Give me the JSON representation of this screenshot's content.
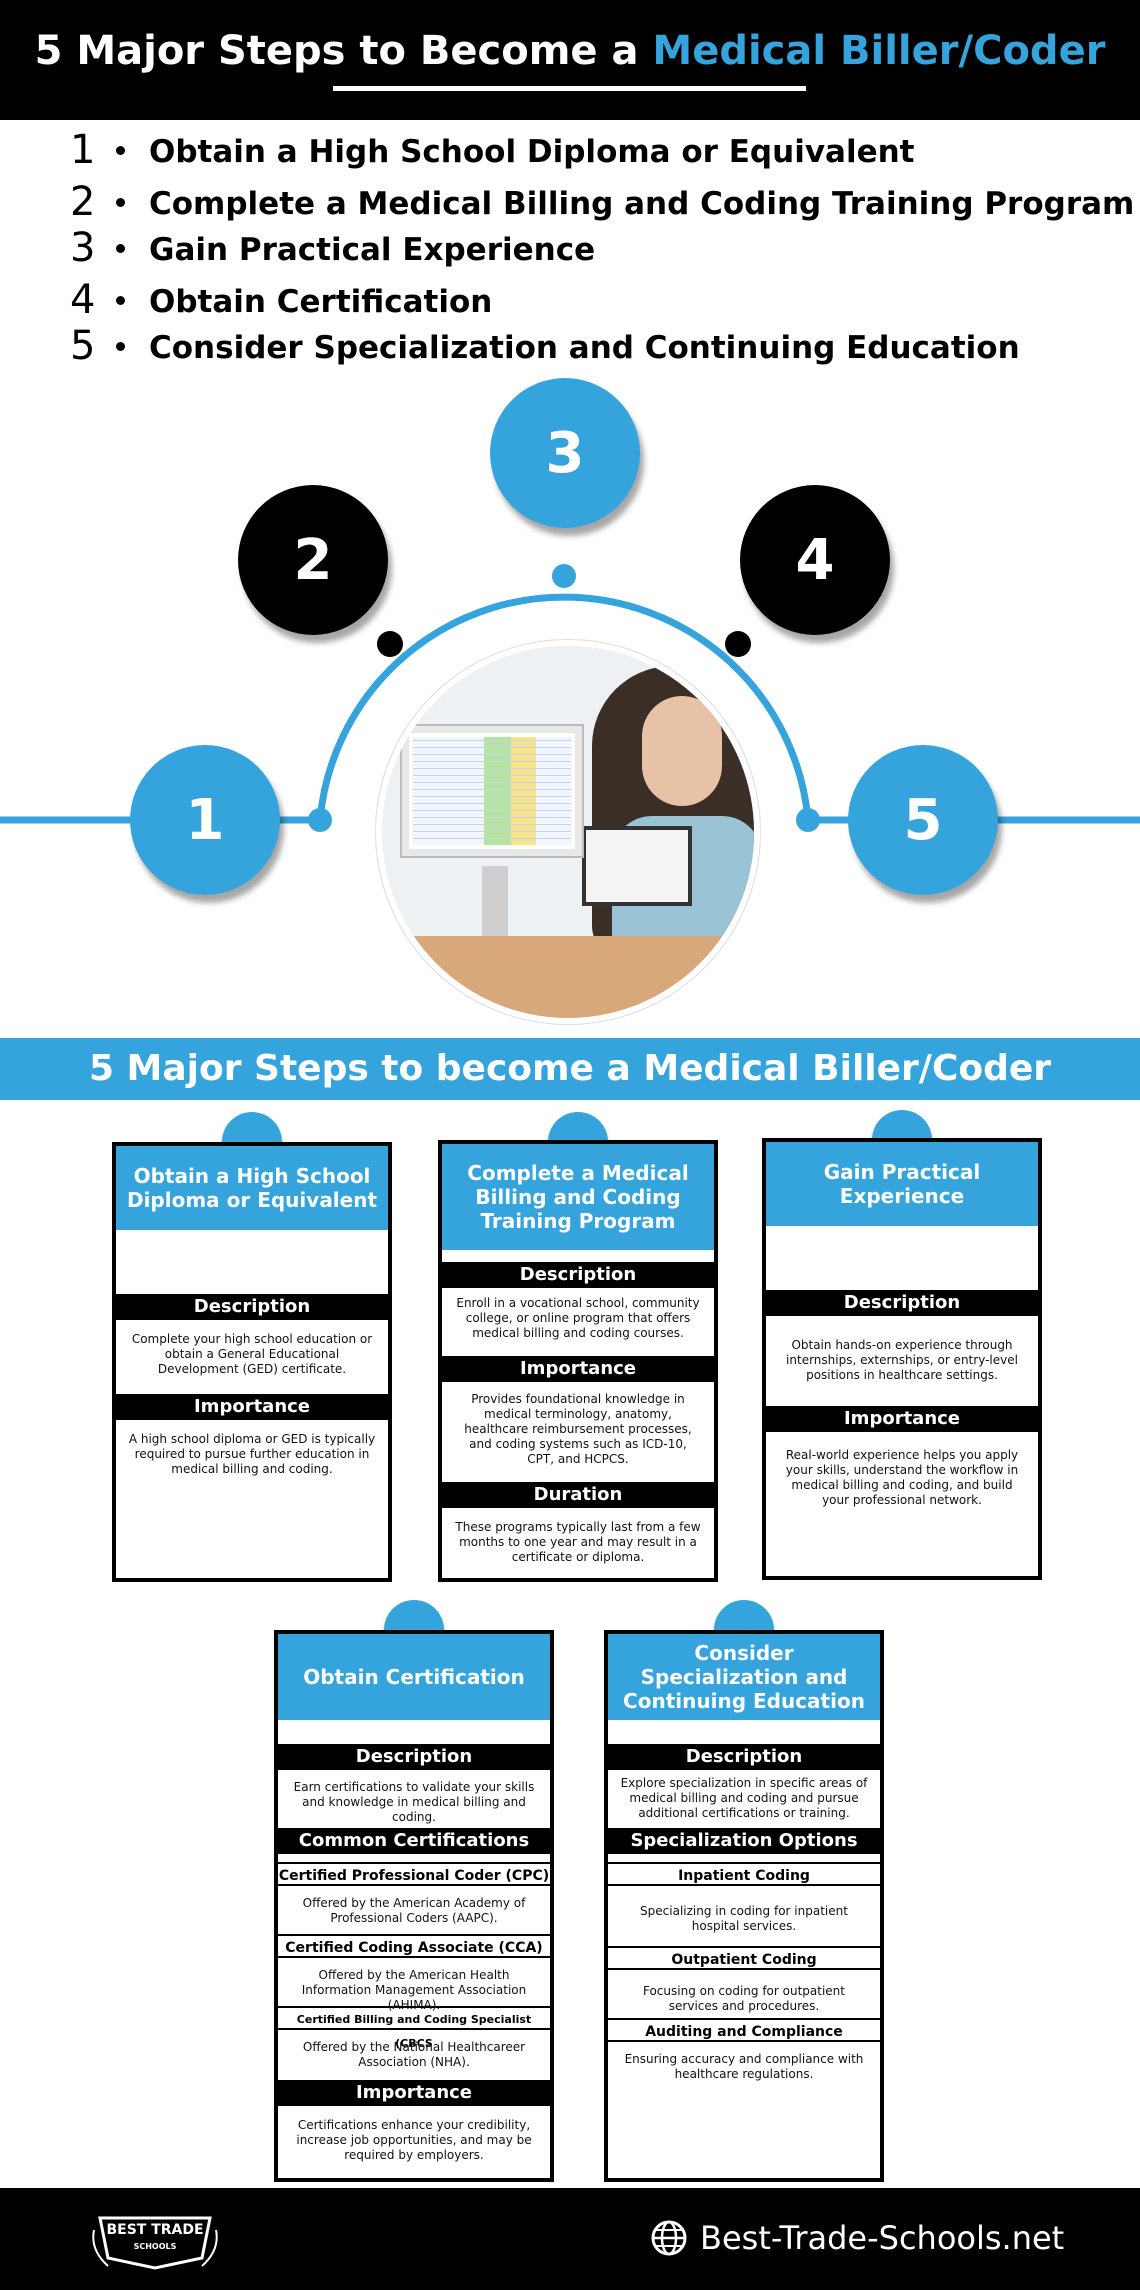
{
  "header": {
    "title_plain": "5 Major Steps to Become a",
    "title_accent": "Medical Biller/Coder"
  },
  "steps": [
    {
      "number": "1",
      "text": "Obtain a High School Diploma or Equivalent"
    },
    {
      "number": "2",
      "text": "Complete a Medical Billing and Coding Training Program"
    },
    {
      "number": "3",
      "text": "Gain Practical Experience"
    },
    {
      "number": "4",
      "text": "Obtain Certification"
    },
    {
      "number": "5",
      "text": "Consider Specialization and Continuing Education"
    }
  ],
  "diagram": {
    "circles": [
      "1",
      "2",
      "3",
      "4",
      "5"
    ]
  },
  "band": {
    "title": "5 Major Steps to become a Medical Biller/Coder"
  },
  "cards": {
    "c1": {
      "title": "Obtain a High School Diploma or Equivalent",
      "desc_label": "Description",
      "desc": "Complete your high school education or obtain a General Educational Development (GED) certificate.",
      "imp_label": "Importance",
      "imp": "A high school diploma or GED is typically required to pursue further education in medical billing and coding."
    },
    "c2": {
      "title": "Complete a Medical Billing and Coding Training Program",
      "desc_label": "Description",
      "desc": "Enroll in a vocational school, community college, or online program that offers medical billing and coding courses.",
      "imp_label": "Importance",
      "imp": "Provides foundational knowledge in medical terminology, anatomy, healthcare reimbursement processes, and coding systems such as ICD-10, CPT, and HCPCS.",
      "dur_label": "Duration",
      "dur": "These programs typically last from a few months to one year and may result in a certificate or diploma."
    },
    "c3": {
      "title": "Gain Practical Experience",
      "desc_label": "Description",
      "desc": "Obtain hands-on experience through internships, externships, or entry-level positions in healthcare settings.",
      "imp_label": "Importance",
      "imp": "Real-world experience helps you apply your skills, understand the workflow in medical billing and coding, and build your professional network."
    },
    "c4": {
      "title": "Obtain Certification",
      "desc_label": "Description",
      "desc": "Earn certifications to validate your skills and knowledge in medical billing and coding.",
      "certs_label": "Common Certifications",
      "certs": [
        {
          "name": "Certified Professional Coder (CPC)",
          "text": "Offered by the American Academy of Professional Coders (AAPC)."
        },
        {
          "name": "Certified Coding Associate (CCA)",
          "text": "Offered by the American Health Information Management Association (AHIMA)."
        },
        {
          "name": "Certified Billing and Coding Specialist (CBCS",
          "text": "Offered by the National Healthcareer Association (NHA)."
        }
      ],
      "imp_label": "Importance",
      "imp": "Certifications enhance your credibility, increase job opportunities, and may be required by employers."
    },
    "c5": {
      "title": "Consider Specialization and Continuing Education",
      "desc_label": "Description",
      "desc": "Explore specialization in specific areas of medical billing and coding and pursue additional certifications or training.",
      "spec_label": "Specialization Options",
      "specs": [
        {
          "name": "Inpatient Coding",
          "text": "Specializing in coding for inpatient hospital services."
        },
        {
          "name": "Outpatient Coding",
          "text": "Focusing on coding for outpatient services and procedures."
        },
        {
          "name": "Auditing and Compliance",
          "text": "Ensuring accuracy and compliance with healthcare regulations."
        }
      ]
    }
  },
  "footer": {
    "logo_line1": "BEST TRADE",
    "logo_line2": "SCHOOLS",
    "website": "Best-Trade-Schools.net"
  },
  "colors": {
    "accent": "#35a4dc",
    "dark": "#000000"
  }
}
